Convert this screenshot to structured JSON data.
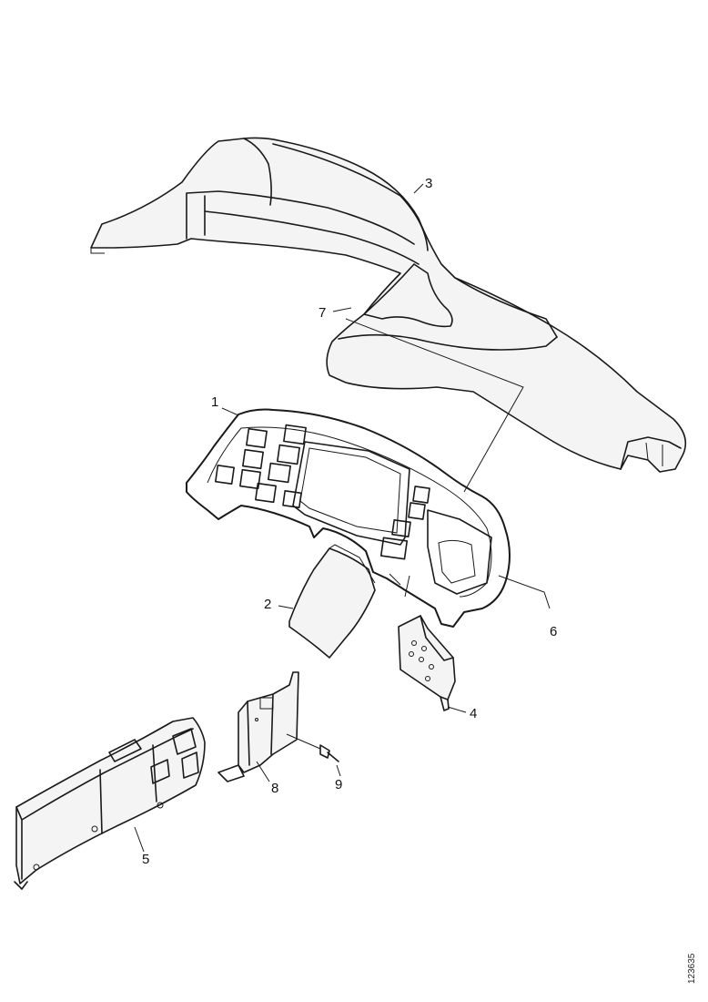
{
  "callouts": {
    "c1": "1",
    "c2": "2",
    "c3": "3",
    "c4": "4",
    "c5": "5",
    "c6": "6",
    "c7": "7",
    "c8": "8",
    "c9": "9"
  },
  "document_id": "123635",
  "colors": {
    "line": "#1a1a1a",
    "background": "#ffffff"
  }
}
